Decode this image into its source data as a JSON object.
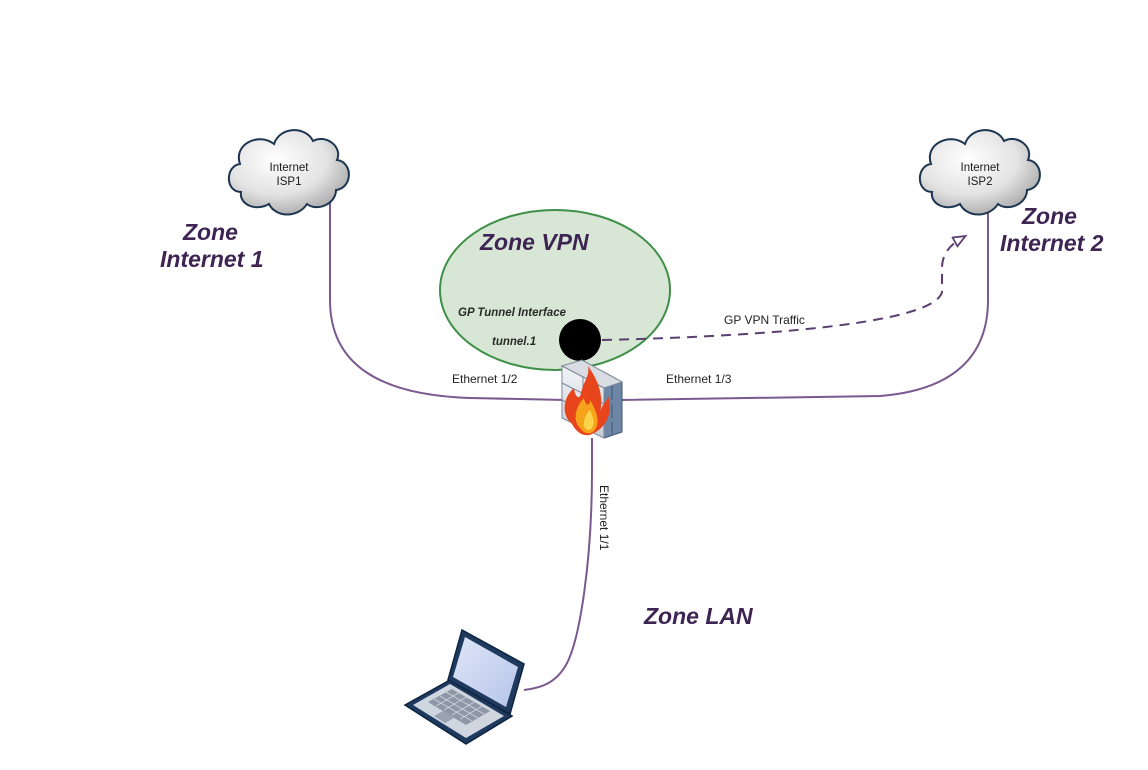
{
  "zones": {
    "internet1": [
      "Zone",
      "Internet 1"
    ],
    "internet2": [
      "Zone",
      "Internet 2"
    ],
    "vpn": "Zone VPN",
    "lan": "Zone LAN"
  },
  "clouds": {
    "isp1": [
      "Internet",
      "ISP1"
    ],
    "isp2": [
      "Internet",
      "ISP2"
    ]
  },
  "links": {
    "eth12": "Ethernet 1/2",
    "eth13": "Ethernet 1/3",
    "eth11": "Ethernet 1/1",
    "vpn_traffic": "GP VPN Traffic"
  },
  "tunnel": {
    "interface_label": "GP Tunnel Interface",
    "name": "tunnel.1"
  },
  "icons": {
    "cloud": "cloud-icon",
    "firewall": "firewall-icon",
    "laptop": "laptop-icon",
    "tunnel": "tunnel-interface-icon"
  },
  "colors": {
    "zone_text": "#3e2453",
    "link": "#7a5a8e",
    "vpn_zone_fill": "#d8e7d5",
    "vpn_zone_stroke": "#3f8f47",
    "cloud_stroke": "#1c3550"
  }
}
